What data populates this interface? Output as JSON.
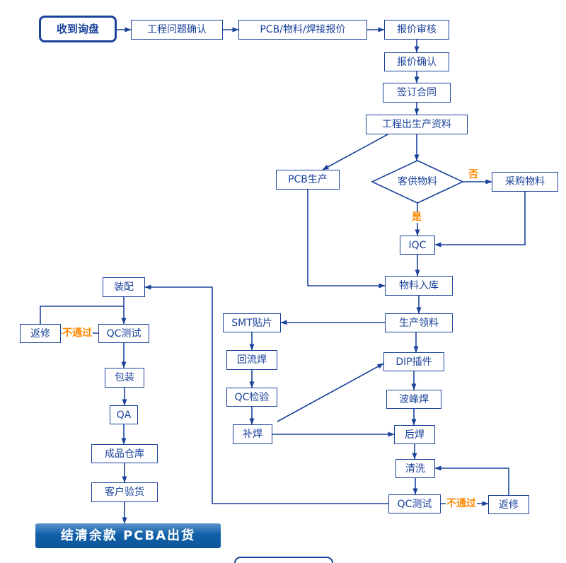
{
  "colors": {
    "blue": "#1a429b",
    "orange": "#ff8800"
  },
  "nodes": {
    "receive_inquiry": {
      "label": "收到询盘"
    },
    "engineering_confirm": {
      "label": "工程问题确认"
    },
    "quotation": {
      "label": "PCB/物料/焊接报价"
    },
    "quote_review": {
      "label": "报价审核"
    },
    "quote_confirm": {
      "label": "报价确认"
    },
    "sign_contract": {
      "label": "签订合同"
    },
    "production_data": {
      "label": "工程出生产资料"
    },
    "pcb_production": {
      "label": "PCB生产"
    },
    "customer_material": {
      "label": "客供物料"
    },
    "purchase_material": {
      "label": "采购物料"
    },
    "iqc": {
      "label": "IQC"
    },
    "material_storage": {
      "label": "物料入库"
    },
    "production_picking": {
      "label": "生产领料"
    },
    "smt": {
      "label": "SMT贴片"
    },
    "reflow": {
      "label": "回流焊"
    },
    "qc_inspection": {
      "label": "QC检验"
    },
    "touch_up": {
      "label": "补焊"
    },
    "dip": {
      "label": "DIP插件"
    },
    "wave_soldering": {
      "label": "波峰焊"
    },
    "post_soldering": {
      "label": "后焊"
    },
    "cleaning": {
      "label": "清洗"
    },
    "qc_test_right": {
      "label": "QC测试"
    },
    "rework_right": {
      "label": "返修"
    },
    "assembly": {
      "label": "装配"
    },
    "qc_test_left": {
      "label": "QC测试"
    },
    "rework_left": {
      "label": "返修"
    },
    "packaging": {
      "label": "包装"
    },
    "qa": {
      "label": "QA"
    },
    "finished_warehouse": {
      "label": "成品仓库"
    },
    "customer_check": {
      "label": "客户验货"
    },
    "final_shipment": {
      "label": "结清余款 PCBA出货"
    }
  },
  "edge_labels": {
    "no": "否",
    "yes": "是",
    "fail_left": "不通过",
    "fail_right": "不通过"
  },
  "edges": [
    {
      "from": "receive_inquiry",
      "to": "engineering_confirm"
    },
    {
      "from": "engineering_confirm",
      "to": "quotation"
    },
    {
      "from": "quotation",
      "to": "quote_review"
    },
    {
      "from": "quote_review",
      "to": "quote_confirm"
    },
    {
      "from": "quote_confirm",
      "to": "sign_contract"
    },
    {
      "from": "sign_contract",
      "to": "production_data"
    },
    {
      "from": "production_data",
      "to": "customer_material"
    },
    {
      "from": "production_data",
      "to": "pcb_production"
    },
    {
      "from": "customer_material",
      "to": "purchase_material",
      "label": "否"
    },
    {
      "from": "customer_material",
      "to": "iqc",
      "label": "是"
    },
    {
      "from": "purchase_material",
      "to": "iqc"
    },
    {
      "from": "iqc",
      "to": "material_storage"
    },
    {
      "from": "pcb_production",
      "to": "material_storage"
    },
    {
      "from": "material_storage",
      "to": "production_picking"
    },
    {
      "from": "production_picking",
      "to": "smt"
    },
    {
      "from": "production_picking",
      "to": "dip"
    },
    {
      "from": "smt",
      "to": "reflow"
    },
    {
      "from": "reflow",
      "to": "qc_inspection"
    },
    {
      "from": "qc_inspection",
      "to": "touch_up"
    },
    {
      "from": "touch_up",
      "to": "dip"
    },
    {
      "from": "touch_up",
      "to": "post_soldering"
    },
    {
      "from": "dip",
      "to": "wave_soldering"
    },
    {
      "from": "wave_soldering",
      "to": "post_soldering"
    },
    {
      "from": "post_soldering",
      "to": "cleaning"
    },
    {
      "from": "cleaning",
      "to": "qc_test_right"
    },
    {
      "from": "qc_test_right",
      "to": "rework_right",
      "label": "不通过"
    },
    {
      "from": "rework_right",
      "to": "cleaning"
    },
    {
      "from": "qc_test_right",
      "to": "assembly"
    },
    {
      "from": "assembly",
      "to": "qc_test_left"
    },
    {
      "from": "qc_test_left",
      "to": "rework_left",
      "label": "不通过"
    },
    {
      "from": "rework_left",
      "to": "assembly"
    },
    {
      "from": "qc_test_left",
      "to": "packaging"
    },
    {
      "from": "packaging",
      "to": "qa"
    },
    {
      "from": "qa",
      "to": "finished_warehouse"
    },
    {
      "from": "finished_warehouse",
      "to": "customer_check"
    },
    {
      "from": "customer_check",
      "to": "final_shipment"
    }
  ]
}
